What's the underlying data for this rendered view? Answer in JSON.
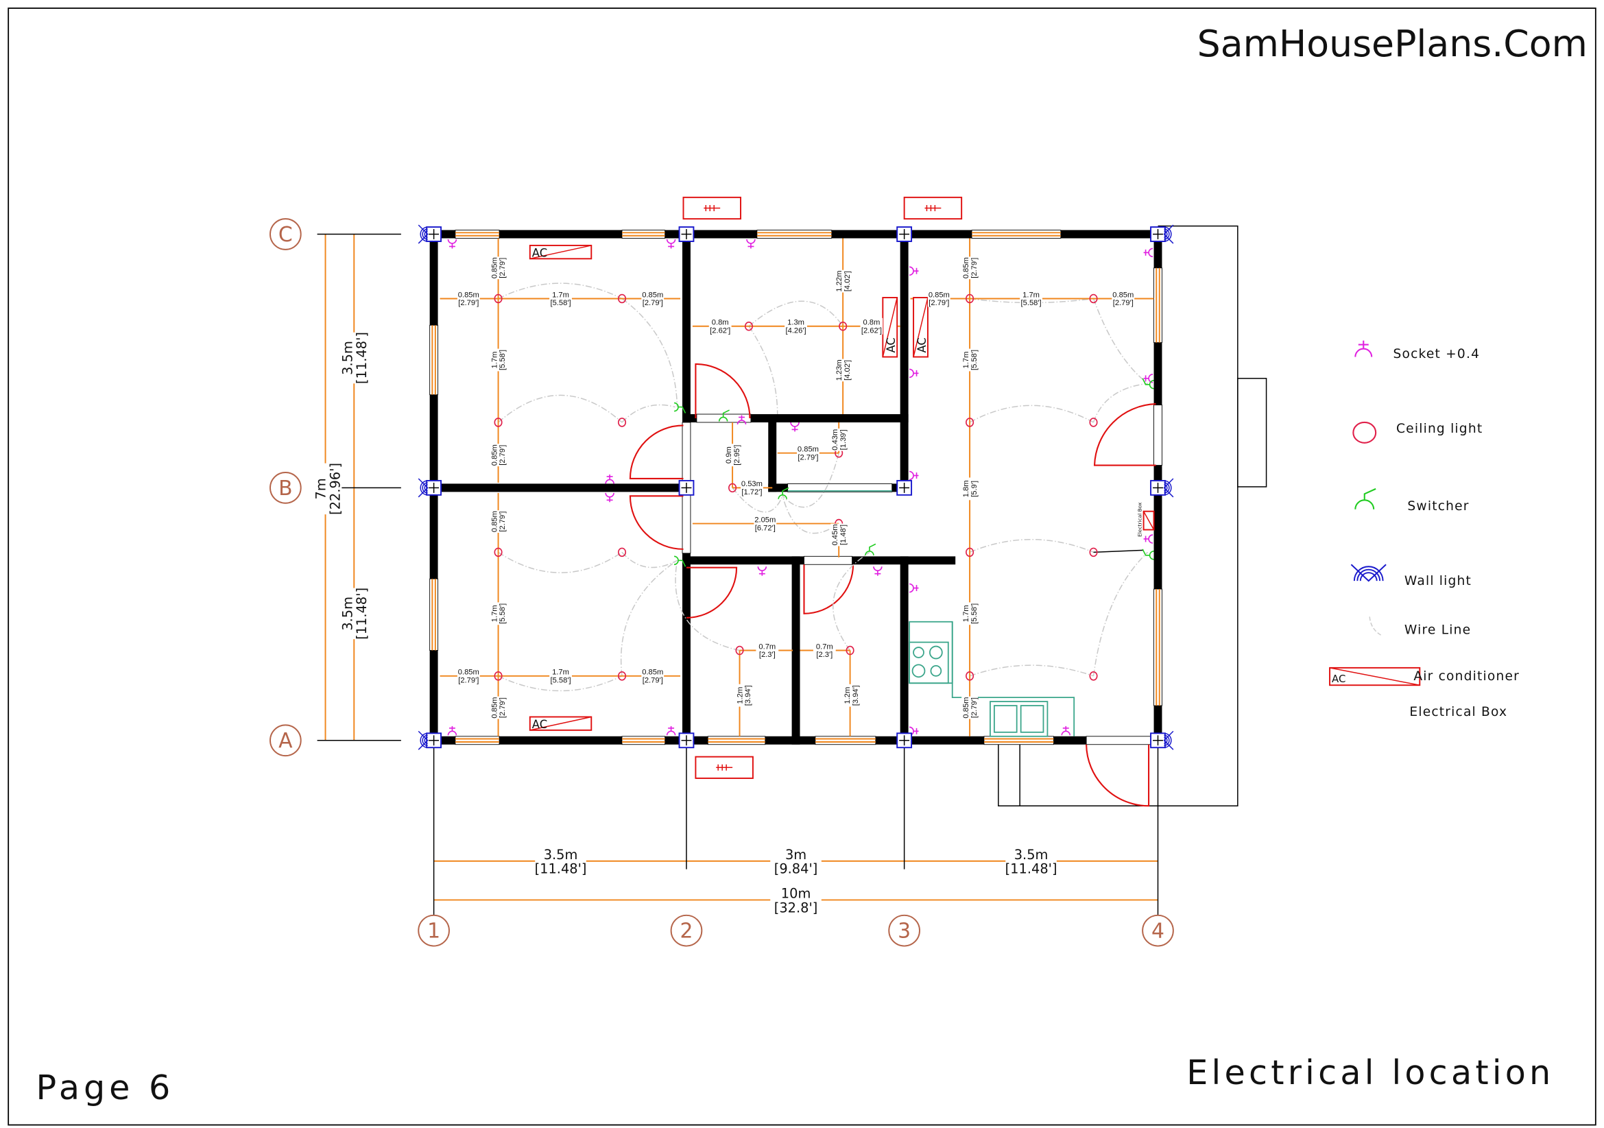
{
  "header": {
    "brand": "SamHousePlans.Com"
  },
  "footer": {
    "page_label": "Page 6",
    "sheet_title": "Electrical location"
  },
  "grid": {
    "rows": [
      "C",
      "B",
      "A"
    ],
    "columns": [
      "1",
      "2",
      "3",
      "4"
    ]
  },
  "legend": [
    {
      "icon": "socket-icon",
      "label": "Socket +0.4"
    },
    {
      "icon": "ceiling-light-icon",
      "label": "Ceiling light"
    },
    {
      "icon": "switch-icon",
      "label": "Switcher"
    },
    {
      "icon": "wall-light-icon",
      "label": "Wall light"
    },
    {
      "icon": "wire-line-icon",
      "label": "Wire Line"
    },
    {
      "icon": "air-conditioner-icon",
      "label": "Air conditioner"
    },
    {
      "icon": "electrical-box-icon",
      "label": "Electrical Box"
    }
  ],
  "ac_label": "AC",
  "electrical_box_label": "Electrical Box",
  "dims": [
    {
      "m": "0.85m",
      "ft": "[2.79']"
    },
    {
      "m": "0.85m",
      "ft": "[2.79']"
    },
    {
      "m": "1.7m",
      "ft": "[5.58']"
    },
    {
      "m": "0.85m",
      "ft": "[2.79']"
    },
    {
      "m": "1.7m",
      "ft": "[5.58']"
    },
    {
      "m": "0.85m",
      "ft": "[2.79']"
    },
    {
      "m": "0.85m",
      "ft": "[2.79']"
    },
    {
      "m": "1.7m",
      "ft": "[5.58']"
    },
    {
      "m": "0.85m",
      "ft": "[2.79']"
    },
    {
      "m": "1.7m",
      "ft": "[5.58']"
    },
    {
      "m": "0.85m",
      "ft": "[2.79']"
    },
    {
      "m": "0.85m",
      "ft": "[2.79']"
    },
    {
      "m": "1.22m",
      "ft": "[4.02']"
    },
    {
      "m": "0.8m",
      "ft": "[2.62']"
    },
    {
      "m": "1.3m",
      "ft": "[4.26']"
    },
    {
      "m": "0.8m",
      "ft": "[2.62']"
    },
    {
      "m": "1.23m",
      "ft": "[4.02']"
    },
    {
      "m": "0.9m",
      "ft": "[2.95']"
    },
    {
      "m": "0.85m",
      "ft": "[2.79']"
    },
    {
      "m": "0.43m",
      "ft": "[1.39']"
    },
    {
      "m": "0.53m",
      "ft": "[1.72']"
    },
    {
      "m": "2.05m",
      "ft": "[6.72']"
    },
    {
      "m": "0.45m",
      "ft": "[1.48']"
    },
    {
      "m": "0.7m",
      "ft": "[2.3']"
    },
    {
      "m": "0.7m",
      "ft": "[2.3']"
    },
    {
      "m": "1.2m",
      "ft": "[3.94']"
    },
    {
      "m": "1.2m",
      "ft": "[3.94']"
    },
    {
      "m": "0.85m",
      "ft": "[2.79']"
    },
    {
      "m": "0.85m",
      "ft": "[2.79']"
    },
    {
      "m": "1.7m",
      "ft": "[5.58']"
    },
    {
      "m": "0.85m",
      "ft": "[2.79']"
    },
    {
      "m": "1.7m",
      "ft": "[5.58']"
    },
    {
      "m": "1.8m",
      "ft": "[5.9']"
    },
    {
      "m": "1.7m",
      "ft": "[5.58']"
    },
    {
      "m": "0.85m",
      "ft": "[2.79']"
    },
    {
      "m": "3.5m",
      "ft": "[11.48']"
    },
    {
      "m": "3m",
      "ft": "[9.84']"
    },
    {
      "m": "3.5m",
      "ft": "[11.48']"
    },
    {
      "m": "10m",
      "ft": "[32.8']"
    },
    {
      "m": "3.5m",
      "ft": "[11.48']"
    },
    {
      "m": "7m",
      "ft": "[22.96']"
    },
    {
      "m": "3.5m",
      "ft": "[11.48']"
    }
  ]
}
